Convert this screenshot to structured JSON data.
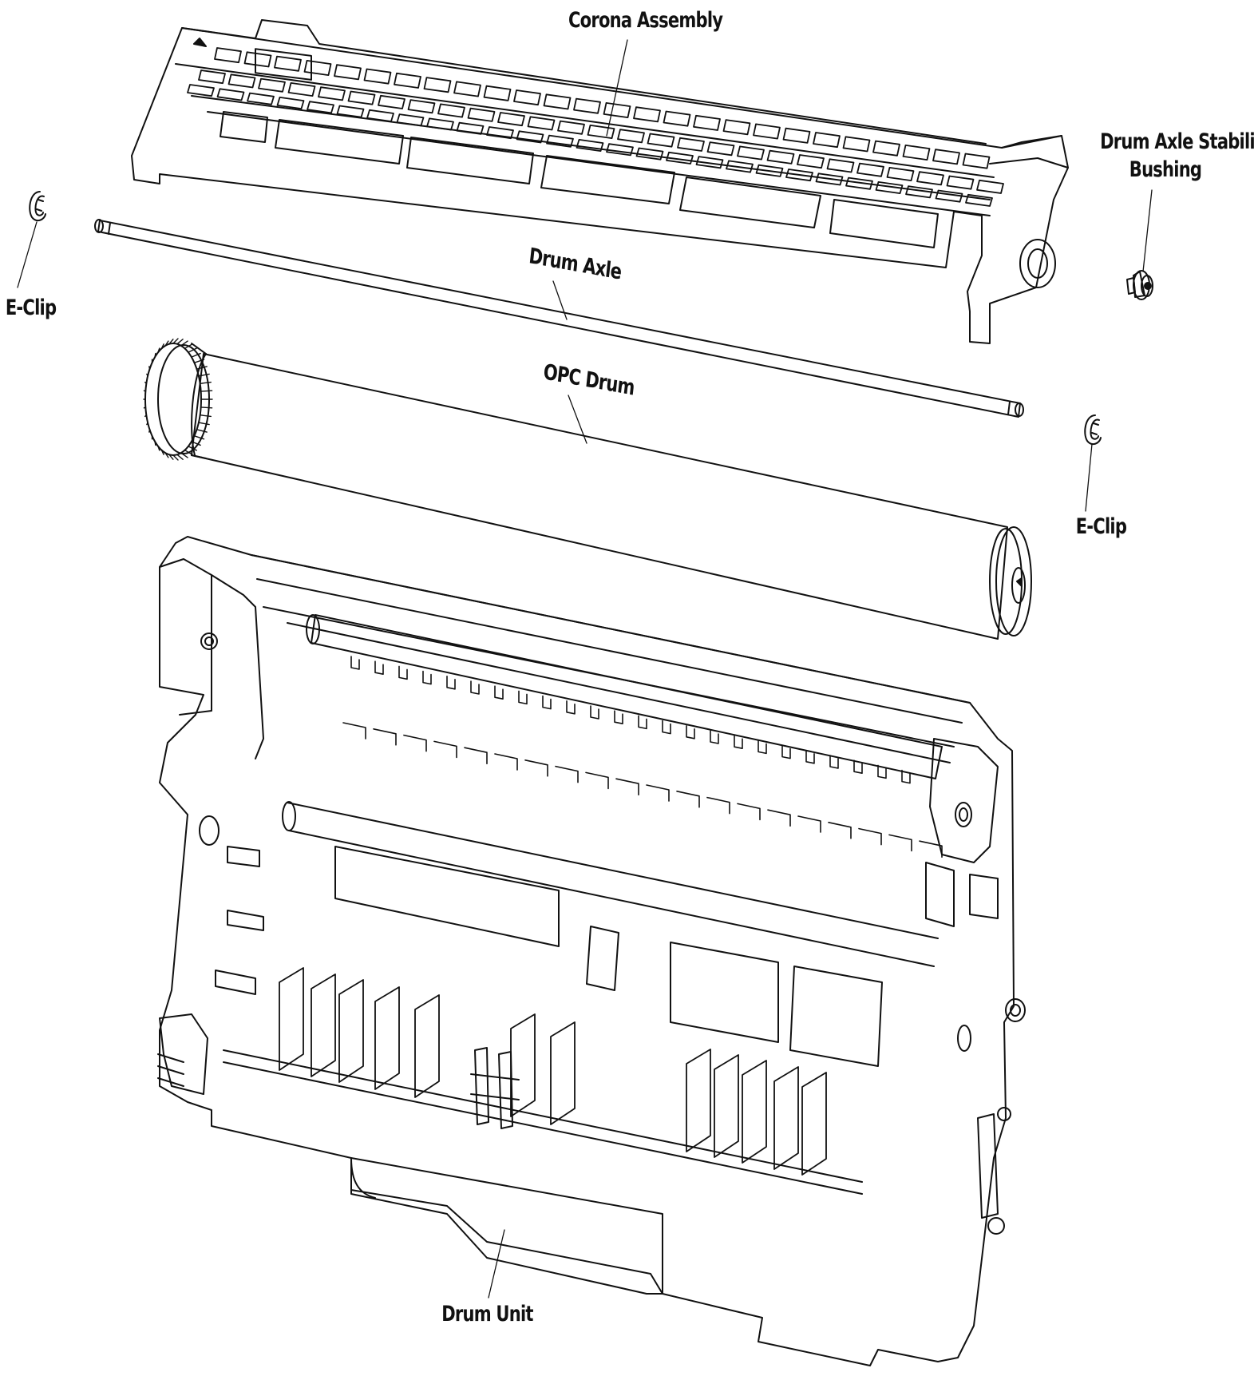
{
  "labels": {
    "corona_assembly": "Corona Assembly",
    "drum_axle_stabilizer_line1": "Drum Axle Stabilizer",
    "drum_axle_stabilizer_line2": "Bushing",
    "e_clip_left": "E-Clip",
    "drum_axle": "Drum Axle",
    "opc_drum": "OPC Drum",
    "e_clip_right": "E-Clip",
    "drum_unit": "Drum Unit"
  },
  "colors": {
    "ink": "#111111",
    "paper": "#ffffff",
    "shade": "#e6e6e6"
  }
}
